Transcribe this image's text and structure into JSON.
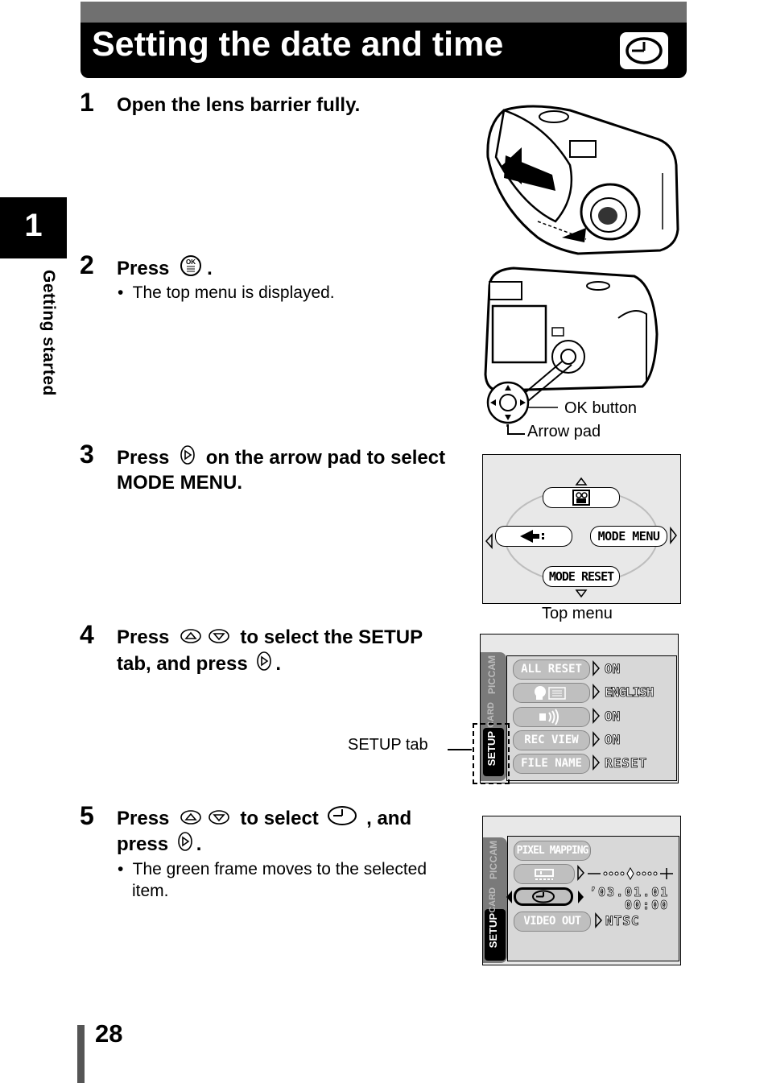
{
  "header": {
    "title": "Setting the date and time",
    "icon": "clock-icon"
  },
  "side_tab": {
    "chapter": "1",
    "label": "Getting started"
  },
  "steps": [
    {
      "number": "1",
      "text": "Open the lens barrier fully."
    },
    {
      "number": "2",
      "text_before": "Press",
      "text_after": ".",
      "bullet": "The top menu is displayed.",
      "button_icon": "ok-button-icon"
    },
    {
      "number": "3",
      "text_before": "Press",
      "text_after": "on the arrow pad to select",
      "line2": "MODE MENU.",
      "button_icon": "arrow-right-icon"
    },
    {
      "number": "4",
      "text_before": "Press",
      "text_after": "to select the SETUP",
      "line2_before": "tab, and press",
      "line2_after": ".",
      "button_icons": [
        "arrow-up-icon",
        "arrow-down-icon",
        "arrow-right-icon"
      ]
    },
    {
      "number": "5",
      "text_before": "Press",
      "text_middle": "to select",
      "text_after": ", and",
      "line2_before": "press",
      "line2_after": ".",
      "bullet_line1": "The green frame moves to the selected",
      "bullet_line2": "item.",
      "button_icons": [
        "arrow-up-icon",
        "arrow-down-icon",
        "clock-icon",
        "arrow-right-icon"
      ]
    }
  ],
  "labels": {
    "ok_button": "OK button",
    "arrow_pad": "Arrow pad",
    "top_menu": "Top menu",
    "setup_tab": "SETUP tab"
  },
  "top_menu_screen": {
    "left_item_icon": "sub-menu-icon",
    "top_item_icon": "movie-icon",
    "right_item": "MODE MENU",
    "bottom_item": "MODE RESET"
  },
  "setup_screen_1": {
    "tabs": [
      "CAM",
      "PIC",
      "CARD",
      "SETUP"
    ],
    "rows": [
      {
        "label": "ALL RESET",
        "value": "ON"
      },
      {
        "label_icon": "language-icon",
        "value": "ENGLISH"
      },
      {
        "label_icon": "beep-icon",
        "value": "ON"
      },
      {
        "label": "REC VIEW",
        "value": "ON"
      },
      {
        "label": "FILE NAME",
        "value": "RESET"
      }
    ]
  },
  "setup_screen_2": {
    "tabs": [
      "CAM",
      "PIC",
      "CARD",
      "SETUP"
    ],
    "rows": [
      {
        "label": "PIXEL MAPPING"
      },
      {
        "label_icon": "monitor-brightness-icon",
        "value_icon": "brightness-slider"
      },
      {
        "label_icon": "clock-icon",
        "value": "’03.01.01",
        "value2": "00:00"
      },
      {
        "label": "VIDEO OUT",
        "value": "NTSC"
      }
    ]
  },
  "page_number": "28"
}
